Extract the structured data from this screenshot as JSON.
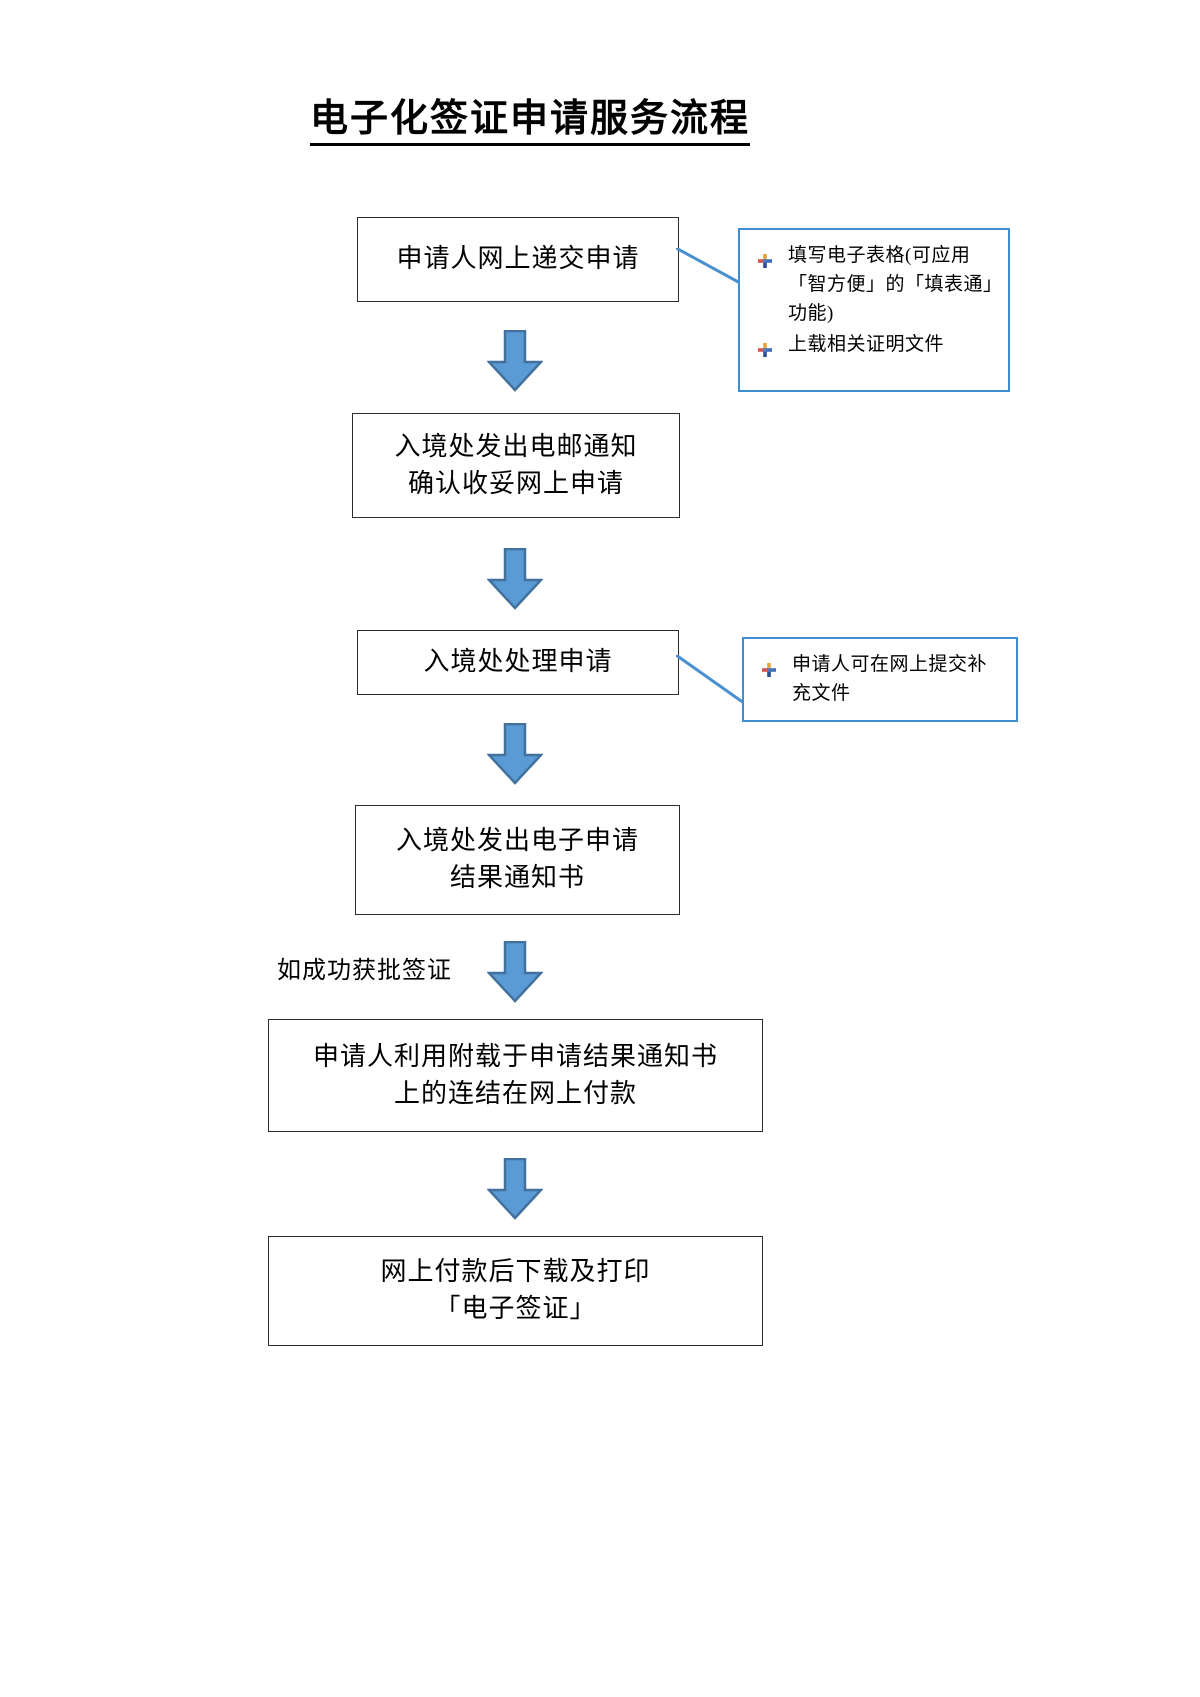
{
  "document": {
    "title": "电子化签证申请服务流程"
  },
  "flow": {
    "nodes": [
      {
        "id": "node-1",
        "label": "申请人网上递交申请"
      },
      {
        "id": "node-2",
        "label": "入境处发出电邮通知\n确认收妥网上申请"
      },
      {
        "id": "node-3",
        "label": "入境处处理申请"
      },
      {
        "id": "node-4",
        "label": "入境处发出电子申请\n结果通知书"
      },
      {
        "id": "node-5",
        "label": "申请人利用附载于申请结果通知书\n上的连结在网上付款"
      },
      {
        "id": "node-6",
        "label": "网上付款后下载及打印\n「电子签证」"
      }
    ],
    "arrows": [
      {
        "id": "arrow-1",
        "name": "arrow-node1-to-node2"
      },
      {
        "id": "arrow-2",
        "name": "arrow-node2-to-node3"
      },
      {
        "id": "arrow-3",
        "name": "arrow-node3-to-node4"
      },
      {
        "id": "arrow-4",
        "name": "arrow-node4-to-node5"
      },
      {
        "id": "arrow-5",
        "name": "arrow-node5-to-node6"
      }
    ],
    "labels": [
      {
        "id": "side-label-1",
        "text": "如成功获批签证"
      }
    ],
    "callouts": [
      {
        "id": "callout-1",
        "attached_to": "node-1",
        "items": [
          "填写电子表格(可应用「智方便」的「填表通」功能)",
          "上载相关证明文件"
        ]
      },
      {
        "id": "callout-2",
        "attached_to": "node-3",
        "items": [
          "申请人可在网上提交补充文件"
        ]
      }
    ]
  },
  "icons": {
    "bullet": "multicolor-plus-bullet-icon"
  },
  "colors": {
    "arrow_fill": "#5b9bd5",
    "arrow_stroke": "#41719c",
    "callout_border": "#3f8fd0",
    "connector_line": "#4a90d0",
    "node_border": "#2b2b2b",
    "text": "#000000",
    "bullet_top": "#e8a33d",
    "bullet_left": "#d9534f",
    "bullet_right": "#3f6fb5",
    "bullet_bottom": "#2e4e8f"
  }
}
